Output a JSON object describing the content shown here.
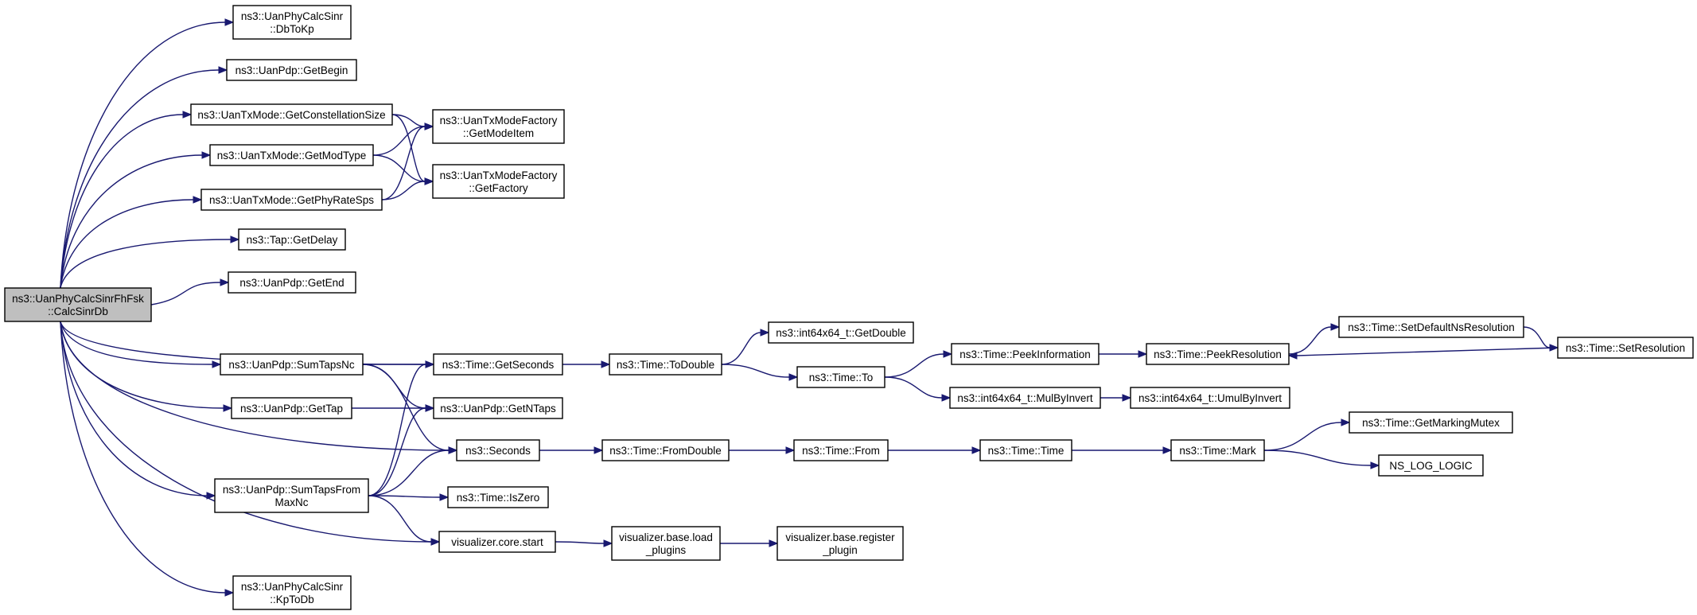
{
  "graph": {
    "root": "calc_sinr_db",
    "nodes": [
      {
        "id": "calc_sinr_db",
        "lines": [
          "ns3::UanPhyCalcSinrFhFsk",
          "::CalcSinrDb"
        ]
      },
      {
        "id": "db_to_kp",
        "lines": [
          "ns3::UanPhyCalcSinr",
          "::DbToKp"
        ]
      },
      {
        "id": "get_begin",
        "lines": [
          "ns3::UanPdp::GetBegin"
        ]
      },
      {
        "id": "get_constellation_size",
        "lines": [
          "ns3::UanTxMode::GetConstellationSize"
        ]
      },
      {
        "id": "get_mod_type",
        "lines": [
          "ns3::UanTxMode::GetModType"
        ]
      },
      {
        "id": "get_phy_rate_sps",
        "lines": [
          "ns3::UanTxMode::GetPhyRateSps"
        ]
      },
      {
        "id": "get_mode_item",
        "lines": [
          "ns3::UanTxModeFactory",
          "::GetModeItem"
        ]
      },
      {
        "id": "get_factory",
        "lines": [
          "ns3::UanTxModeFactory",
          "::GetFactory"
        ]
      },
      {
        "id": "tap_get_delay",
        "lines": [
          "ns3::Tap::GetDelay"
        ]
      },
      {
        "id": "get_end",
        "lines": [
          "ns3::UanPdp::GetEnd"
        ]
      },
      {
        "id": "sum_taps_nc",
        "lines": [
          "ns3::UanPdp::SumTapsNc"
        ]
      },
      {
        "id": "get_tap",
        "lines": [
          "ns3::UanPdp::GetTap"
        ]
      },
      {
        "id": "sum_taps_from_max_nc",
        "lines": [
          "ns3::UanPdp::SumTapsFrom",
          "MaxNc"
        ]
      },
      {
        "id": "kp_to_db",
        "lines": [
          "ns3::UanPhyCalcSinr",
          "::KpToDb"
        ]
      },
      {
        "id": "get_seconds",
        "lines": [
          "ns3::Time::GetSeconds"
        ]
      },
      {
        "id": "get_n_taps",
        "lines": [
          "ns3::UanPdp::GetNTaps"
        ]
      },
      {
        "id": "seconds",
        "lines": [
          "ns3::Seconds"
        ]
      },
      {
        "id": "is_zero",
        "lines": [
          "ns3::Time::IsZero"
        ]
      },
      {
        "id": "core_start",
        "lines": [
          "visualizer.core.start"
        ]
      },
      {
        "id": "to_double",
        "lines": [
          "ns3::Time::ToDouble"
        ]
      },
      {
        "id": "from_double",
        "lines": [
          "ns3::Time::FromDouble"
        ]
      },
      {
        "id": "load_plugins",
        "lines": [
          "visualizer.base.load",
          "_plugins"
        ]
      },
      {
        "id": "get_double",
        "lines": [
          "ns3::int64x64_t::GetDouble"
        ]
      },
      {
        "id": "time_to",
        "lines": [
          "ns3::Time::To"
        ]
      },
      {
        "id": "time_from",
        "lines": [
          "ns3::Time::From"
        ]
      },
      {
        "id": "register_plugin",
        "lines": [
          "visualizer.base.register",
          "_plugin"
        ]
      },
      {
        "id": "peek_information",
        "lines": [
          "ns3::Time::PeekInformation"
        ]
      },
      {
        "id": "mul_by_invert",
        "lines": [
          "ns3::int64x64_t::MulByInvert"
        ]
      },
      {
        "id": "time_time",
        "lines": [
          "ns3::Time::Time"
        ]
      },
      {
        "id": "peek_resolution",
        "lines": [
          "ns3::Time::PeekResolution"
        ]
      },
      {
        "id": "umul_by_invert",
        "lines": [
          "ns3::int64x64_t::UmulByInvert"
        ]
      },
      {
        "id": "time_mark",
        "lines": [
          "ns3::Time::Mark"
        ]
      },
      {
        "id": "set_default_ns_resolution",
        "lines": [
          "ns3::Time::SetDefaultNsResolution"
        ]
      },
      {
        "id": "get_marking_mutex",
        "lines": [
          "ns3::Time::GetMarkingMutex"
        ]
      },
      {
        "id": "ns_log_logic",
        "lines": [
          "NS_LOG_LOGIC"
        ]
      },
      {
        "id": "set_resolution",
        "lines": [
          "ns3::Time::SetResolution"
        ]
      }
    ],
    "edges": [
      [
        "calc_sinr_db",
        "db_to_kp"
      ],
      [
        "calc_sinr_db",
        "get_begin"
      ],
      [
        "calc_sinr_db",
        "get_constellation_size"
      ],
      [
        "calc_sinr_db",
        "get_mod_type"
      ],
      [
        "calc_sinr_db",
        "get_phy_rate_sps"
      ],
      [
        "calc_sinr_db",
        "tap_get_delay"
      ],
      [
        "calc_sinr_db",
        "get_end"
      ],
      [
        "calc_sinr_db",
        "get_seconds"
      ],
      [
        "calc_sinr_db",
        "sum_taps_nc"
      ],
      [
        "calc_sinr_db",
        "get_tap"
      ],
      [
        "calc_sinr_db",
        "seconds"
      ],
      [
        "calc_sinr_db",
        "sum_taps_from_max_nc"
      ],
      [
        "calc_sinr_db",
        "core_start"
      ],
      [
        "calc_sinr_db",
        "kp_to_db"
      ],
      [
        "get_constellation_size",
        "get_mode_item"
      ],
      [
        "get_constellation_size",
        "get_factory"
      ],
      [
        "get_mod_type",
        "get_mode_item"
      ],
      [
        "get_mod_type",
        "get_factory"
      ],
      [
        "get_phy_rate_sps",
        "get_mode_item"
      ],
      [
        "get_phy_rate_sps",
        "get_factory"
      ],
      [
        "sum_taps_nc",
        "get_seconds"
      ],
      [
        "sum_taps_nc",
        "get_n_taps"
      ],
      [
        "sum_taps_nc",
        "seconds"
      ],
      [
        "get_tap",
        "get_n_taps"
      ],
      [
        "sum_taps_from_max_nc",
        "get_seconds"
      ],
      [
        "sum_taps_from_max_nc",
        "get_n_taps"
      ],
      [
        "sum_taps_from_max_nc",
        "seconds"
      ],
      [
        "sum_taps_from_max_nc",
        "is_zero"
      ],
      [
        "sum_taps_from_max_nc",
        "core_start"
      ],
      [
        "get_seconds",
        "to_double"
      ],
      [
        "to_double",
        "get_double"
      ],
      [
        "to_double",
        "time_to"
      ],
      [
        "time_to",
        "peek_information"
      ],
      [
        "time_to",
        "mul_by_invert"
      ],
      [
        "peek_information",
        "peek_resolution"
      ],
      [
        "peek_resolution",
        "set_default_ns_resolution"
      ],
      [
        "set_default_ns_resolution",
        "set_resolution"
      ],
      [
        "set_resolution",
        "peek_resolution"
      ],
      [
        "mul_by_invert",
        "umul_by_invert"
      ],
      [
        "seconds",
        "from_double"
      ],
      [
        "from_double",
        "time_from"
      ],
      [
        "time_from",
        "time_time"
      ],
      [
        "time_time",
        "time_mark"
      ],
      [
        "time_mark",
        "get_marking_mutex"
      ],
      [
        "time_mark",
        "ns_log_logic"
      ],
      [
        "core_start",
        "load_plugins"
      ],
      [
        "load_plugins",
        "register_plugin"
      ]
    ]
  }
}
